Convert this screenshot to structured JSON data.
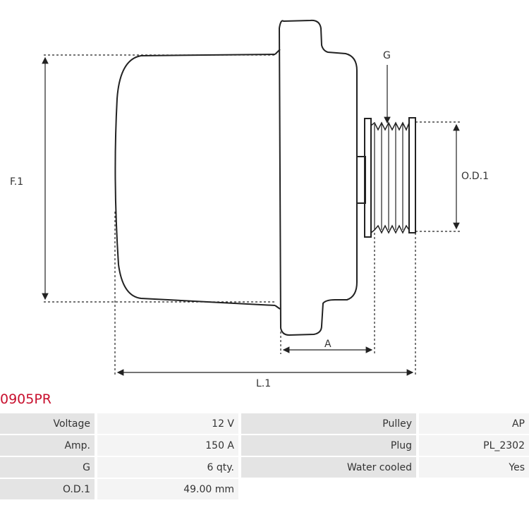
{
  "part_number": "0905PR",
  "dimension_labels": {
    "f1": "F.1",
    "od1": "O.D.1",
    "g": "G",
    "a": "A",
    "l1": "L.1"
  },
  "specs": [
    {
      "label": "Voltage",
      "value": "12 V",
      "label2": "Pulley",
      "value2": "AP"
    },
    {
      "label": "Amp.",
      "value": "150 A",
      "label2": "Plug",
      "value2": "PL_2302"
    },
    {
      "label": "G",
      "value": "6 qty.",
      "label2": "Water cooled",
      "value2": "Yes"
    },
    {
      "label": "O.D.1",
      "value": "49.00 mm",
      "label2": "",
      "value2": ""
    }
  ]
}
